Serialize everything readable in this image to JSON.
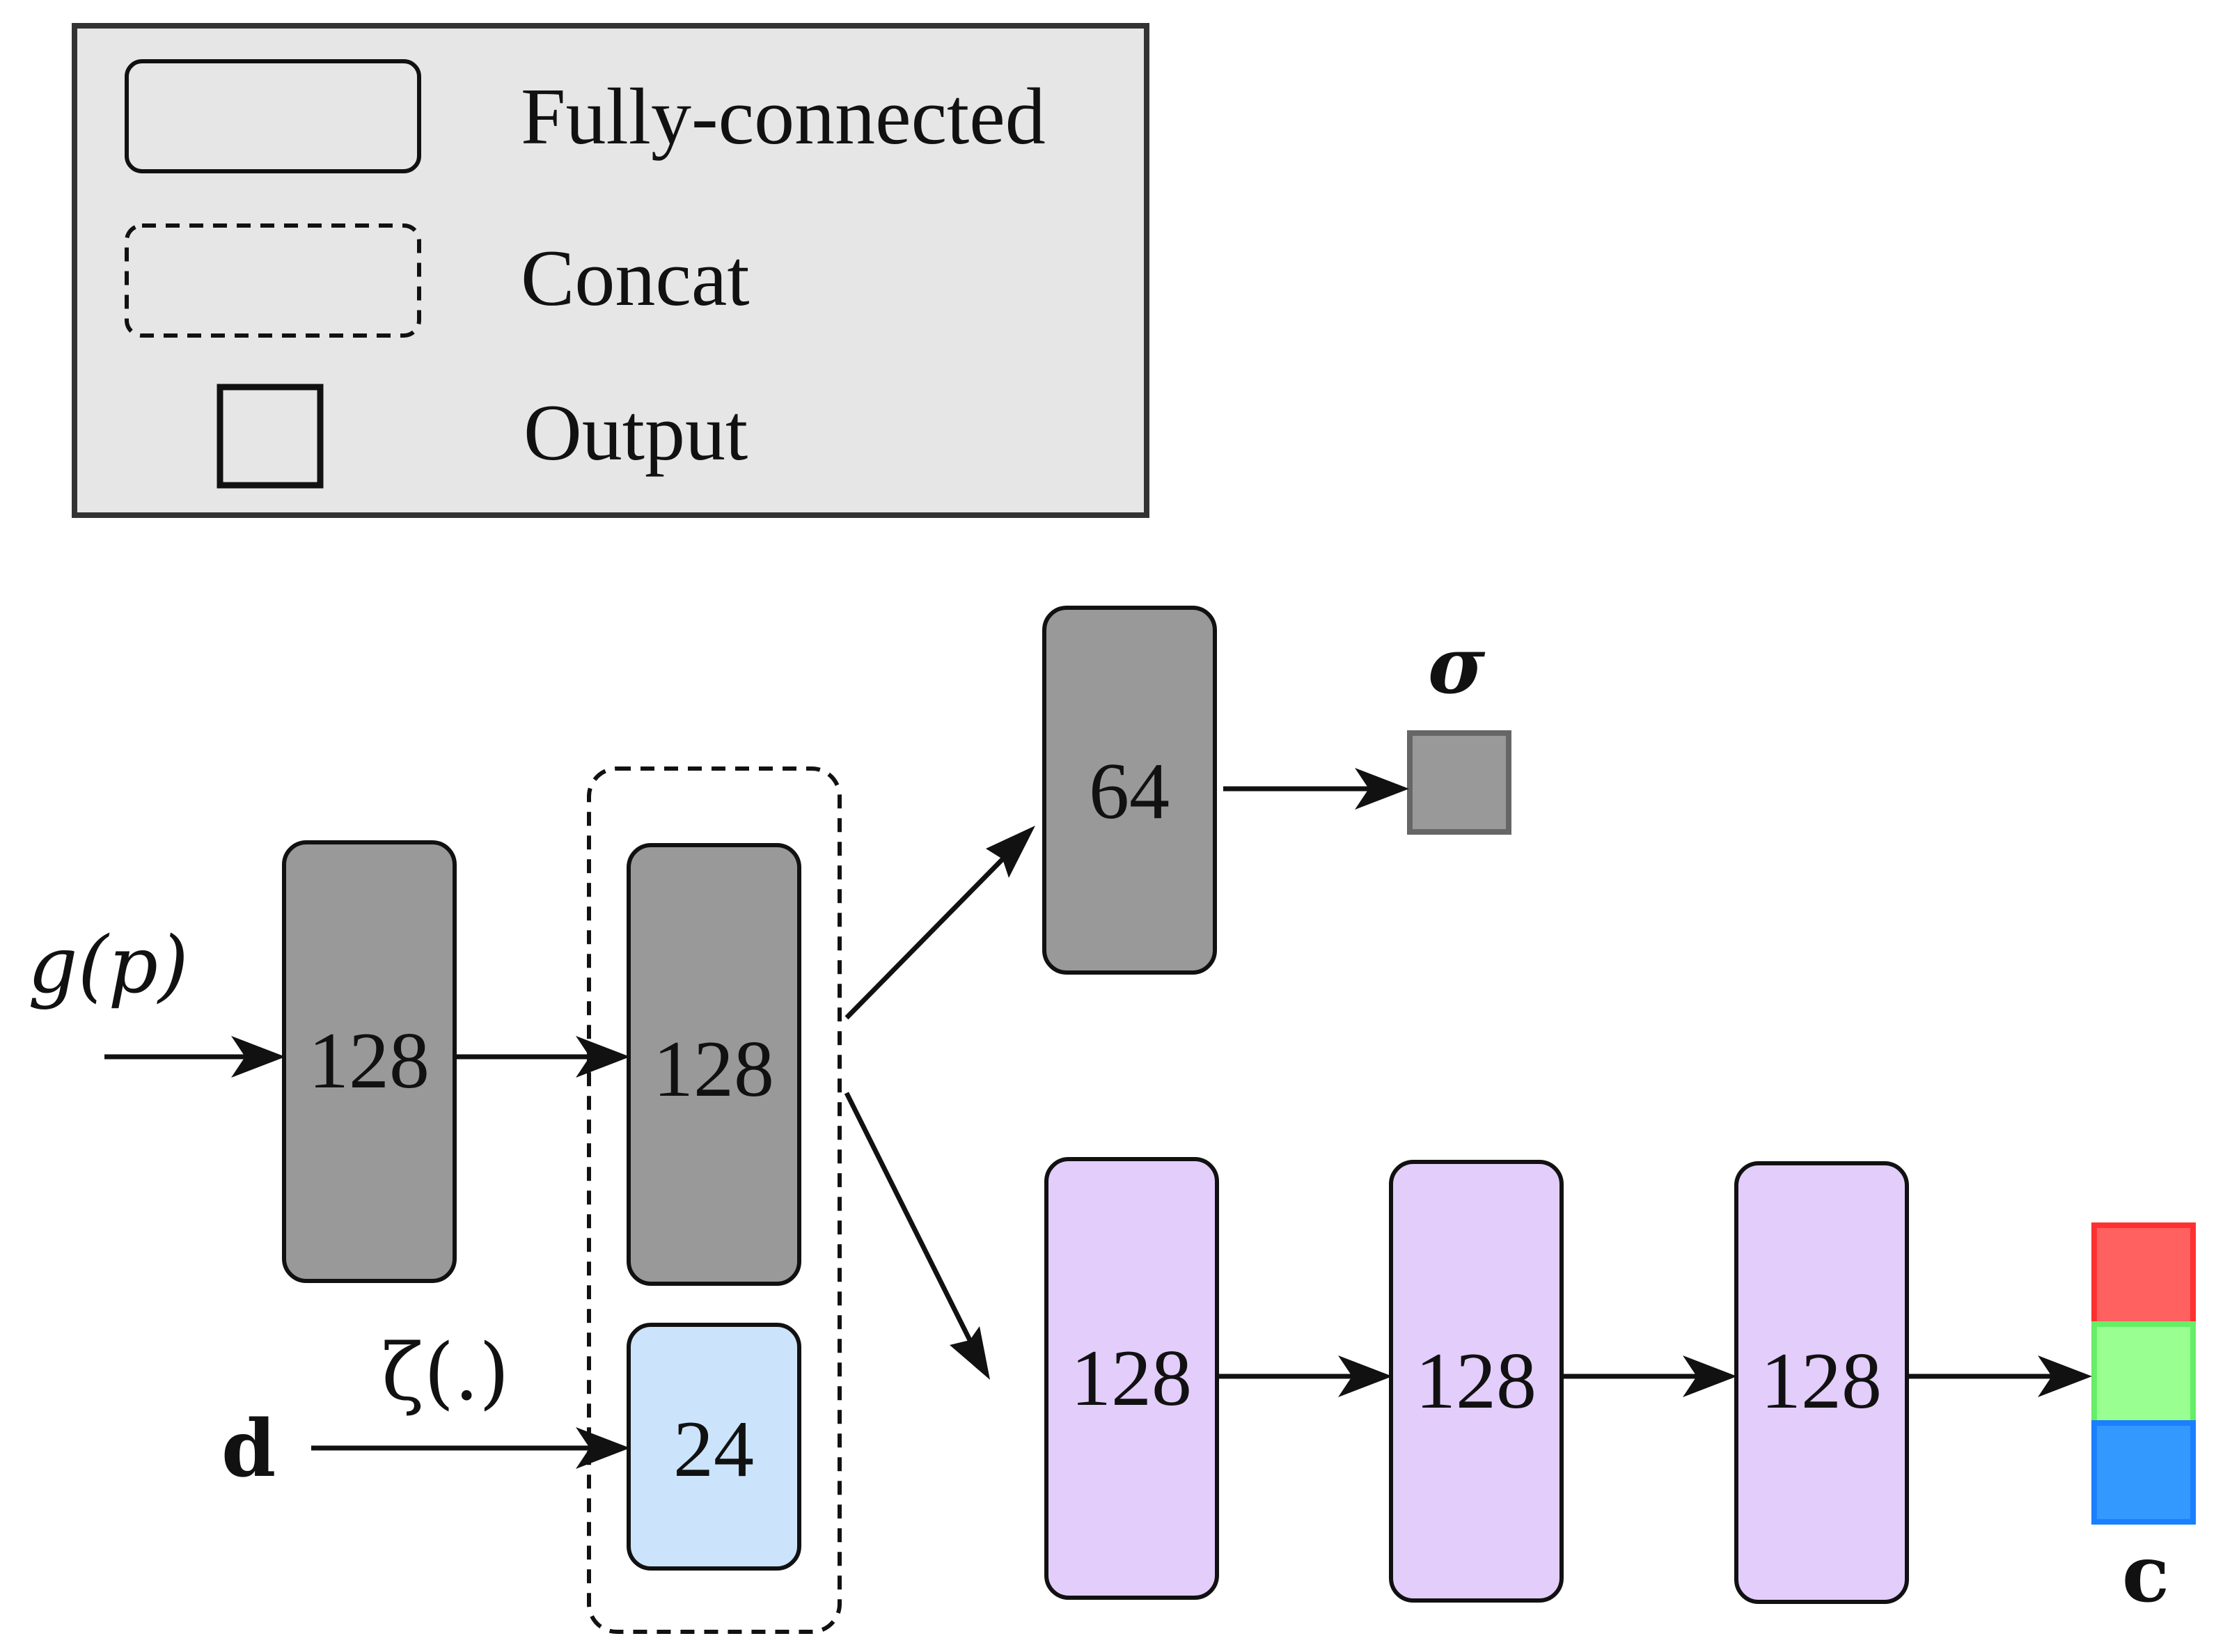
{
  "legend": {
    "fully_connected": "Fully-connected",
    "concat": "Concat",
    "output": "Output"
  },
  "colors": {
    "legend_bg": "#e6e6e6",
    "gray_layer": "#999999",
    "purple_layer": "#e3cdfb",
    "blue_layer": "#cce4fb",
    "sigma_output": "#999999",
    "red": "#ff6060",
    "green": "#99ff90",
    "blue": "#3399ff"
  },
  "inputs": {
    "position": "g(p)",
    "direction": "d",
    "encoding": "ζ(.)"
  },
  "layers": {
    "l1": "128",
    "l2": "128",
    "dir_enc": "24",
    "density": "64",
    "c1": "128",
    "c2": "128",
    "c3": "128"
  },
  "outputs": {
    "sigma": "σ",
    "color": "c"
  }
}
